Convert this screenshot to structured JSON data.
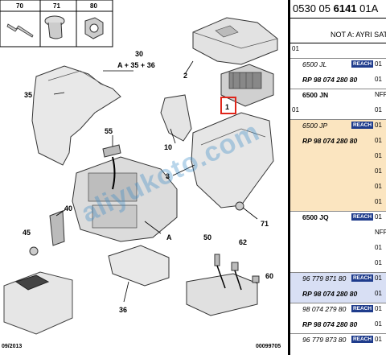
{
  "diagram": {
    "part_labels": [
      "70",
      "71",
      "80",
      "30",
      "A + 35 + 36",
      "2",
      "35",
      "1",
      "55",
      "10",
      "3",
      "40",
      "45",
      "A",
      "71",
      "50",
      "62",
      "60",
      "36",
      "A"
    ],
    "footer_left": "09/2013",
    "footer_right": "00099705",
    "watermark": "aliyukoto.com"
  },
  "panel": {
    "ref_prefix": "0530 05 ",
    "ref_bold": "6141",
    "ref_suffix": " 01A",
    "note": "NOT A: AYRI SAT",
    "rows": [
      {
        "idx": "01",
        "name": "",
        "style": "",
        "reach": "",
        "rc": "",
        "band": ""
      },
      {
        "idx": "",
        "name": "6500 JL",
        "style": "it",
        "reach": "REACH",
        "rc": "01",
        "band": ""
      },
      {
        "idx": "",
        "name": "RP 98 074 280 80",
        "style": "bi",
        "reach": "",
        "rc": "01",
        "band": ""
      },
      {
        "idx": "",
        "name": "6500 JN",
        "style": "b",
        "reach": "",
        "rc": "NFP",
        "band": ""
      },
      {
        "idx": "01",
        "name": "",
        "style": "",
        "reach": "",
        "rc": "01",
        "band": ""
      },
      {
        "idx": "",
        "name": "6500 JP",
        "style": "it",
        "reach": "REACH",
        "rc": "01",
        "band": "y"
      },
      {
        "idx": "",
        "name": "RP 98 074 280 80",
        "style": "bi",
        "reach": "",
        "rc": "01",
        "band": "y"
      },
      {
        "idx": "",
        "name": "",
        "style": "",
        "reach": "",
        "rc": "01",
        "band": "y"
      },
      {
        "idx": "",
        "name": "",
        "style": "",
        "reach": "",
        "rc": "01",
        "band": "y"
      },
      {
        "idx": "",
        "name": "",
        "style": "",
        "reach": "",
        "rc": "01",
        "band": "y"
      },
      {
        "idx": "",
        "name": "",
        "style": "",
        "reach": "",
        "rc": "01",
        "band": "y"
      },
      {
        "idx": "",
        "name": "6500 JQ",
        "style": "b",
        "reach": "REACH",
        "rc": "01",
        "band": ""
      },
      {
        "idx": "",
        "name": "",
        "style": "",
        "reach": "",
        "rc": "NFP",
        "band": ""
      },
      {
        "idx": "",
        "name": "",
        "style": "",
        "reach": "",
        "rc": "01",
        "band": ""
      },
      {
        "idx": "",
        "name": "",
        "style": "",
        "reach": "",
        "rc": "01",
        "band": ""
      },
      {
        "idx": "",
        "name": "96 779 871 80",
        "style": "it",
        "reach": "REACH",
        "rc": "01",
        "band": "b"
      },
      {
        "idx": "",
        "name": "RP 98 074 280 80",
        "style": "bi",
        "reach": "",
        "rc": "01",
        "band": "b"
      },
      {
        "idx": "",
        "name": "98 074 279 80",
        "style": "it",
        "reach": "REACH",
        "rc": "01",
        "band": ""
      },
      {
        "idx": "",
        "name": "RP 98 074 280 80",
        "style": "bi",
        "reach": "",
        "rc": "01",
        "band": ""
      },
      {
        "idx": "",
        "name": "96 779 873 80",
        "style": "it",
        "reach": "REACH",
        "rc": "01",
        "band": ""
      }
    ]
  },
  "colors": {
    "reach_bg": "#1f3c8c",
    "band_yellow": "#fbe5c0",
    "band_blue": "#d8dff4",
    "highlight_box": "#e0261b"
  }
}
